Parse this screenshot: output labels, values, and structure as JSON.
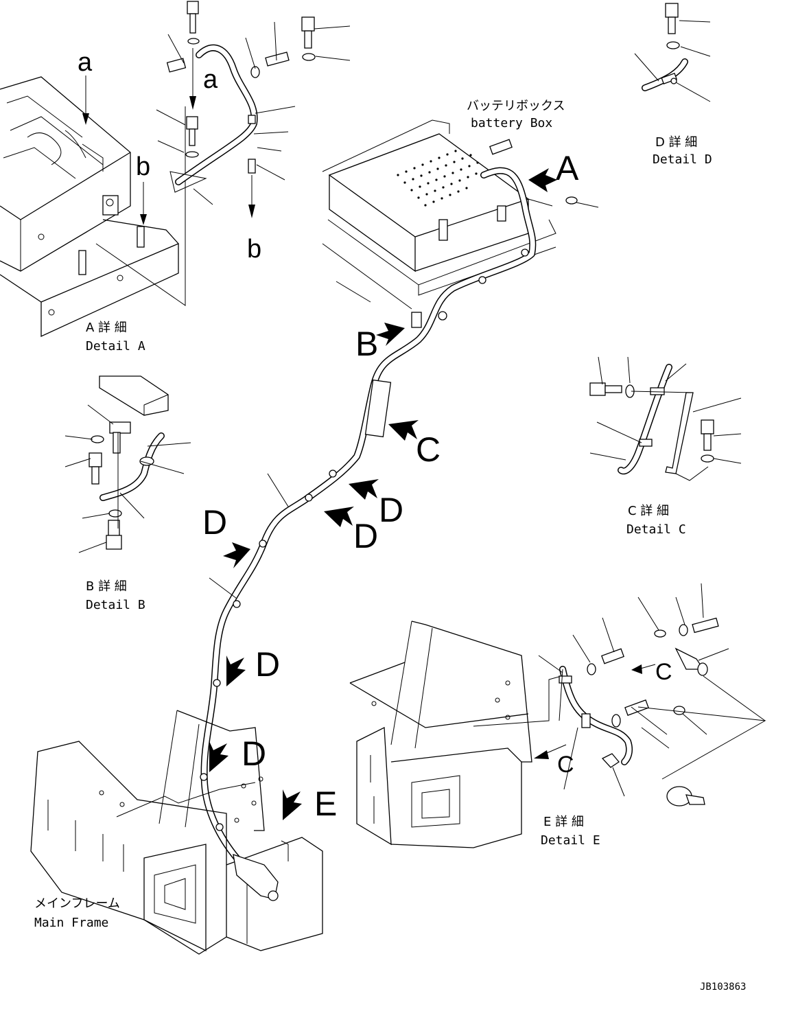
{
  "labels": {
    "battery_box_jp": "バッテリボックス",
    "battery_box_en": "battery Box",
    "main_frame_jp": "メインフレーム",
    "main_frame_en": "Main Frame",
    "drawing_number": "JB103863"
  },
  "details": {
    "a": {
      "jp": "A 詳 細",
      "en": "Detail A"
    },
    "b": {
      "jp": "B 詳 細",
      "en": "Detail B"
    },
    "c": {
      "jp": "C 詳 細",
      "en": "Detail C"
    },
    "d": {
      "jp": "D 詳 細",
      "en": "Detail D"
    },
    "e": {
      "jp": "E 詳 細",
      "en": "Detail E"
    }
  },
  "view_letters": {
    "A": "A",
    "B": "B",
    "C": "C",
    "D": "D",
    "E": "E"
  },
  "reference_letters": {
    "a": "a",
    "b": "b",
    "c": "C"
  }
}
